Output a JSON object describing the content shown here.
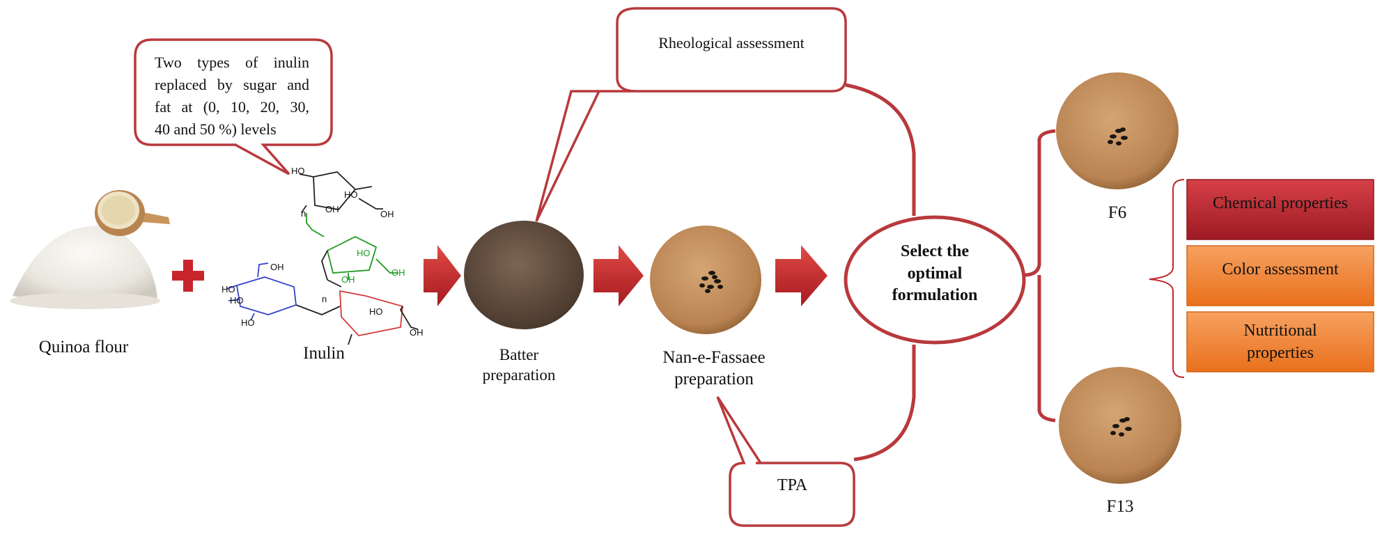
{
  "labels": {
    "quinoa_flour": "Quinoa flour",
    "inulin": "Inulin",
    "batter_line1": "Batter",
    "batter_line2": "preparation",
    "nan_line1": "Nan-e-Fassaee",
    "nan_line2": "preparation",
    "f6": "F6",
    "f13": "F13"
  },
  "callouts": {
    "inulin_note": [
      "Two types of inulin",
      "replaced by sugar and",
      "fat at (0, 10, 20, 30,",
      "40 and 50 %) levels"
    ],
    "rheological": "Rheological assessment",
    "tpa": "TPA"
  },
  "optimal": [
    "Select the",
    "optimal",
    "formulation"
  ],
  "assessments": [
    {
      "lines": [
        "Chemical properties"
      ],
      "color": "#c0262d"
    },
    {
      "lines": [
        "Color assessment"
      ],
      "color": "#f07b2a"
    },
    {
      "lines": [
        "Nutritional",
        "properties"
      ],
      "color": "#f07b2a"
    }
  ],
  "colors": {
    "callout_stroke": "#b8393d",
    "arrow": "#c8262c",
    "plus": "#c8262c",
    "green_ring": "#1f9a1f",
    "blue_ring": "#3344cc",
    "red_ring": "#d43a3a"
  },
  "molecule_text": {
    "oh": "OH",
    "ho": "HO",
    "n": "n"
  }
}
